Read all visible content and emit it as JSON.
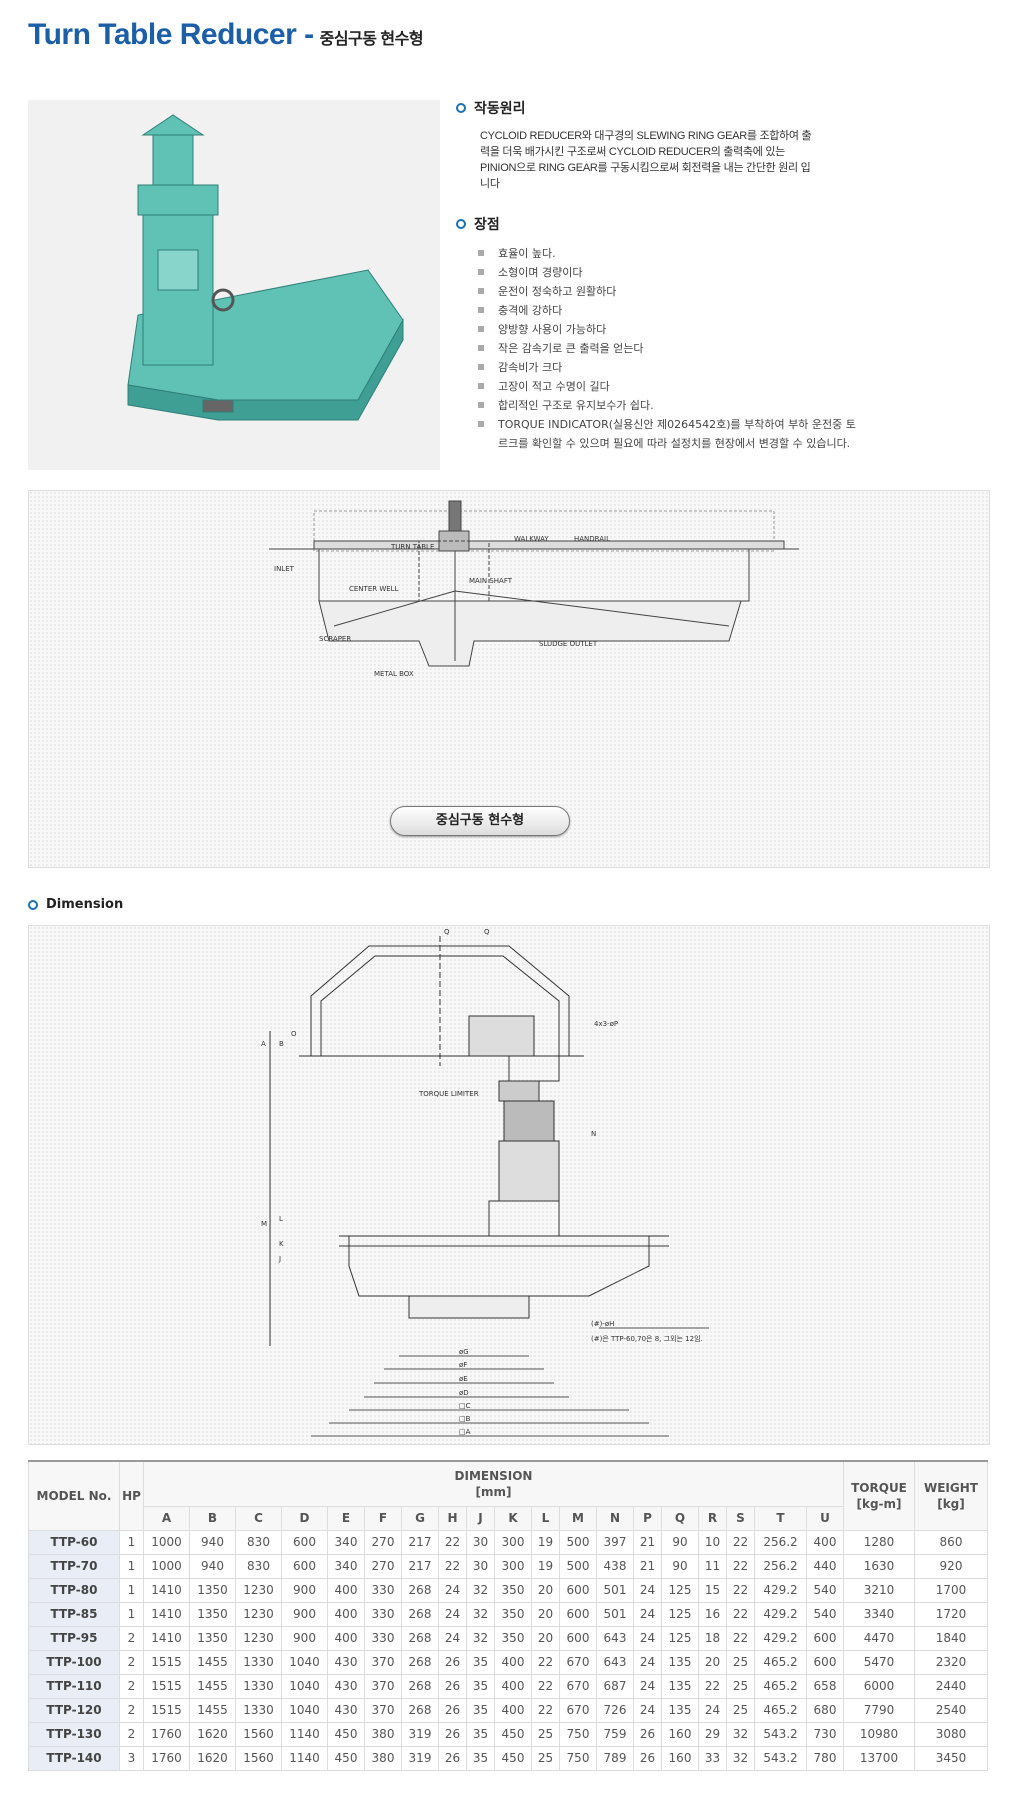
{
  "title": {
    "main": "Turn Table Reducer -",
    "sub": "중심구동 현수형"
  },
  "principle": {
    "heading": "작동원리",
    "text": "CYCLOID REDUCER와 대구경의 SLEWING RING GEAR를 조합하여 출력을 더욱 배가시킨 구조로써 CYCLOID REDUCER의 출력축에 있는 PINION으로 RING GEAR를 구동시킴으로써 회전력을 내는 간단한 원리 입니다"
  },
  "merits": {
    "heading": "장점",
    "items": [
      "효율이 높다.",
      "소형이며 경량이다",
      "운전이 정숙하고 원활하다",
      "충격에 강하다",
      "양방향 사용이 가능하다",
      "작은 감속기로 큰 출력을 얻는다",
      "감속비가 크다",
      "고장이 적고 수명이 길다",
      "합리적인 구조로 유지보수가 쉽다.",
      "TORQUE INDICATOR(실용신안 제0264542호)를 부착하여 부하 운전중 토르크를 확인할 수 있으며 필요에 따라 설정치를 현장에서 변경할 수 있습니다."
    ]
  },
  "diagram": {
    "labels": {
      "turn_table": "TURN TABLE",
      "walkway": "WALKWAY",
      "handrail": "HANDRAIL",
      "inlet": "INLET",
      "center_well": "CENTER WELL",
      "main_shaft": "MAIN SHAFT",
      "scraper": "SCRAPER",
      "sludge_outlet": "SLUDGE OUTLET",
      "metal_box": "METAL BOX"
    },
    "button": "중심구동 현수형"
  },
  "dimension": {
    "heading": "Dimension",
    "labels": {
      "q": "Q",
      "p": "4x3-øP",
      "a": "A",
      "b": "B",
      "o": "O",
      "torque_limiter": "TORQUE LIMITER",
      "n": "N",
      "m": "M",
      "l": "L",
      "k": "K",
      "j": "J",
      "g": "øG",
      "f": "øF",
      "e": "øE",
      "d": "øD",
      "sq_c": "□C",
      "sq_b": "□B",
      "sq_a": "□A",
      "h": "(#)-øH",
      "note": "(#)은 TTP-60,70은 8, 그외는 12임."
    }
  },
  "table": {
    "h_model": "MODEL No.",
    "h_hp": "HP",
    "h_dim": "DIMENSION",
    "h_dim_unit": "[mm]",
    "h_torque": "TORQUE",
    "h_torque_unit": "[kg-m]",
    "h_weight": "WEIGHT",
    "h_weight_unit": "[kg]",
    "cols": [
      "A",
      "B",
      "C",
      "D",
      "E",
      "F",
      "G",
      "H",
      "J",
      "K",
      "L",
      "M",
      "N",
      "P",
      "Q",
      "R",
      "S",
      "T",
      "U"
    ],
    "rows": [
      [
        "TTP-60",
        "1",
        "1000",
        "940",
        "830",
        "600",
        "340",
        "270",
        "217",
        "22",
        "30",
        "300",
        "19",
        "500",
        "397",
        "21",
        "90",
        "10",
        "22",
        "256.2",
        "400",
        "1280",
        "860"
      ],
      [
        "TTP-70",
        "1",
        "1000",
        "940",
        "830",
        "600",
        "340",
        "270",
        "217",
        "22",
        "30",
        "300",
        "19",
        "500",
        "438",
        "21",
        "90",
        "11",
        "22",
        "256.2",
        "440",
        "1630",
        "920"
      ],
      [
        "TTP-80",
        "1",
        "1410",
        "1350",
        "1230",
        "900",
        "400",
        "330",
        "268",
        "24",
        "32",
        "350",
        "20",
        "600",
        "501",
        "24",
        "125",
        "15",
        "22",
        "429.2",
        "540",
        "3210",
        "1700"
      ],
      [
        "TTP-85",
        "1",
        "1410",
        "1350",
        "1230",
        "900",
        "400",
        "330",
        "268",
        "24",
        "32",
        "350",
        "20",
        "600",
        "501",
        "24",
        "125",
        "16",
        "22",
        "429.2",
        "540",
        "3340",
        "1720"
      ],
      [
        "TTP-95",
        "2",
        "1410",
        "1350",
        "1230",
        "900",
        "400",
        "330",
        "268",
        "24",
        "32",
        "350",
        "20",
        "600",
        "643",
        "24",
        "125",
        "18",
        "22",
        "429.2",
        "600",
        "4470",
        "1840"
      ],
      [
        "TTP-100",
        "2",
        "1515",
        "1455",
        "1330",
        "1040",
        "430",
        "370",
        "268",
        "26",
        "35",
        "400",
        "22",
        "670",
        "643",
        "24",
        "135",
        "20",
        "25",
        "465.2",
        "600",
        "5470",
        "2320"
      ],
      [
        "TTP-110",
        "2",
        "1515",
        "1455",
        "1330",
        "1040",
        "430",
        "370",
        "268",
        "26",
        "35",
        "400",
        "22",
        "670",
        "687",
        "24",
        "135",
        "22",
        "25",
        "465.2",
        "658",
        "6000",
        "2440"
      ],
      [
        "TTP-120",
        "2",
        "1515",
        "1455",
        "1330",
        "1040",
        "430",
        "370",
        "268",
        "26",
        "35",
        "400",
        "22",
        "670",
        "726",
        "24",
        "135",
        "24",
        "25",
        "465.2",
        "680",
        "7790",
        "2540"
      ],
      [
        "TTP-130",
        "2",
        "1760",
        "1620",
        "1560",
        "1140",
        "450",
        "380",
        "319",
        "26",
        "35",
        "450",
        "25",
        "750",
        "759",
        "26",
        "160",
        "29",
        "32",
        "543.2",
        "730",
        "10980",
        "3080"
      ],
      [
        "TTP-140",
        "3",
        "1760",
        "1620",
        "1560",
        "1140",
        "450",
        "380",
        "319",
        "26",
        "35",
        "450",
        "25",
        "750",
        "789",
        "26",
        "160",
        "33",
        "32",
        "543.2",
        "780",
        "13700",
        "3450"
      ]
    ]
  }
}
